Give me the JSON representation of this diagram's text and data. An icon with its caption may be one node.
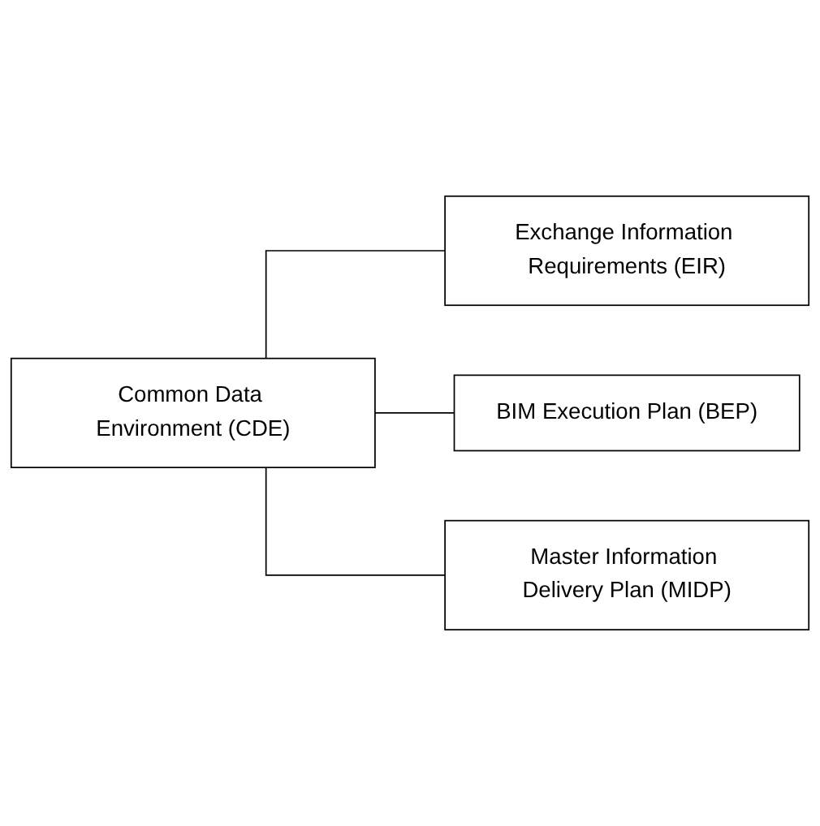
{
  "diagram": {
    "nodes": [
      {
        "text": [
          "Common Data Environment (CDE)"
        ]
      },
      {
        "text": [
          "Exchange Information Requirements (EIR)"
        ]
      },
      {
        "text": [
          "BIM Execution Plan (BEP)"
        ]
      },
      {
        "text": [
          "Master Information Delivery Plan (MIDP)"
        ]
      }
    ],
    "edges": [
      {
        "from": 0,
        "to": 1,
        "arrow": "none"
      },
      {
        "from": 0,
        "to": 2,
        "arrow": "none"
      },
      {
        "from": 0,
        "to": 3,
        "arrow": "none"
      }
    ]
  }
}
